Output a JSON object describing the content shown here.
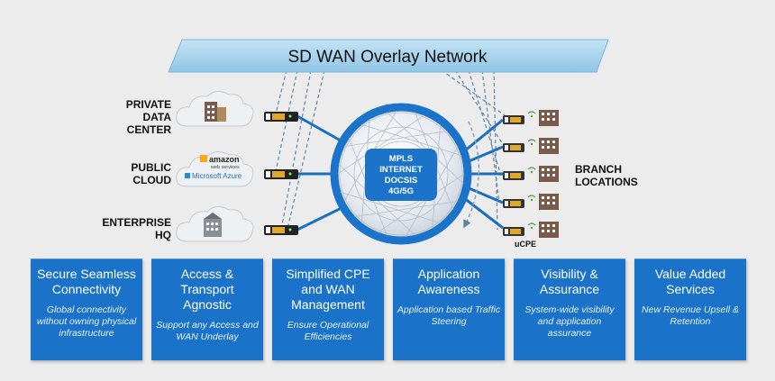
{
  "banner": {
    "title": "SD WAN Overlay Network"
  },
  "left_sites": [
    {
      "label": "PRIVATE\nDATA\nCENTER",
      "icon": "building-icon"
    },
    {
      "label": "PUBLIC\nCLOUD",
      "icon": "cloud-providers-icon",
      "logos": [
        "amazon",
        "web services",
        "Microsoft Azure"
      ]
    },
    {
      "label": "ENTERPRISE\nHQ",
      "icon": "building-icon"
    }
  ],
  "core": {
    "lines": [
      "MPLS",
      "INTERNET",
      "DOCSIS",
      "4G/5G"
    ]
  },
  "right": {
    "label": "BRANCH\nLOCATIONS",
    "device_label": "uCPE",
    "branch_count": 5
  },
  "cards": [
    {
      "title": "Secure Seamless Connectivity",
      "subtitle": "Global connectivity without owning physical infrastructure"
    },
    {
      "title": "Access & Transport Agnostic",
      "subtitle": "Support any Access and WAN Underlay"
    },
    {
      "title": "Simplified CPE and WAN Management",
      "subtitle": "Ensure Operational Efficiencies"
    },
    {
      "title": "Application Awareness",
      "subtitle": "Application based Traffic Steering"
    },
    {
      "title": "Visibility & Assurance",
      "subtitle": "System-wide visibility and application assurance"
    },
    {
      "title": "Value Added Services",
      "subtitle": "New Revenue Upsell & Retention"
    }
  ],
  "colors": {
    "banner": "#a9d3ec",
    "core": "#1b74c9",
    "card": "#1a73c8",
    "line": "#1b6fc0"
  }
}
